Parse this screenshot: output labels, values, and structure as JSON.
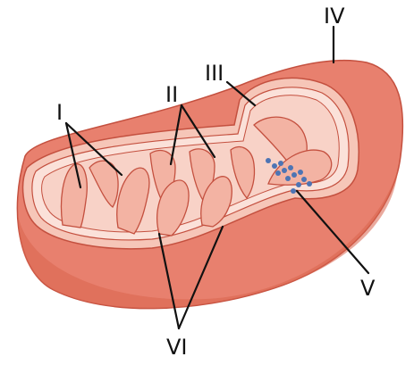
{
  "labels": {
    "I": "I",
    "II": "II",
    "III": "III",
    "IV": "IV",
    "V": "V",
    "VI": "VI"
  },
  "colors": {
    "outer_membrane": "#e8806e",
    "outer_membrane_edge": "#c4503f",
    "rim": "#f6c6b8",
    "inner_space": "#fbe1d9",
    "cristae_fill": "#f3b3a3",
    "matrix": "#f8d2c7",
    "granules": "#4d74b4",
    "label_text": "#111111"
  }
}
